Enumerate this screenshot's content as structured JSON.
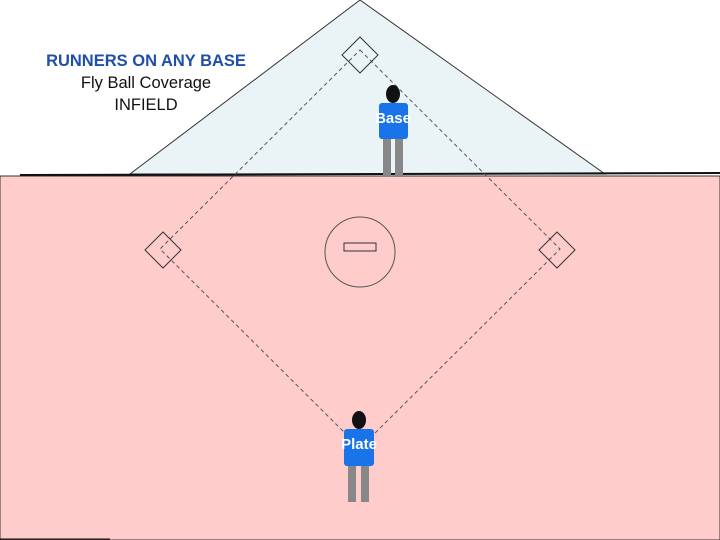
{
  "title": {
    "line1": "RUNNERS ON ANY BASE",
    "line2": "Fly Ball Coverage",
    "line3": "INFIELD"
  },
  "umpires": {
    "base": {
      "label": "Base",
      "shirt_color": "#1a73e8"
    },
    "plate": {
      "label": "Plate",
      "shirt_color": "#1a73e8"
    }
  },
  "colors": {
    "infield_zone": "#ffcccc",
    "outfield_zone": "#eaf4f7",
    "accent_title": "#1f4fa8",
    "pants": "#888888",
    "head": "#111111"
  }
}
